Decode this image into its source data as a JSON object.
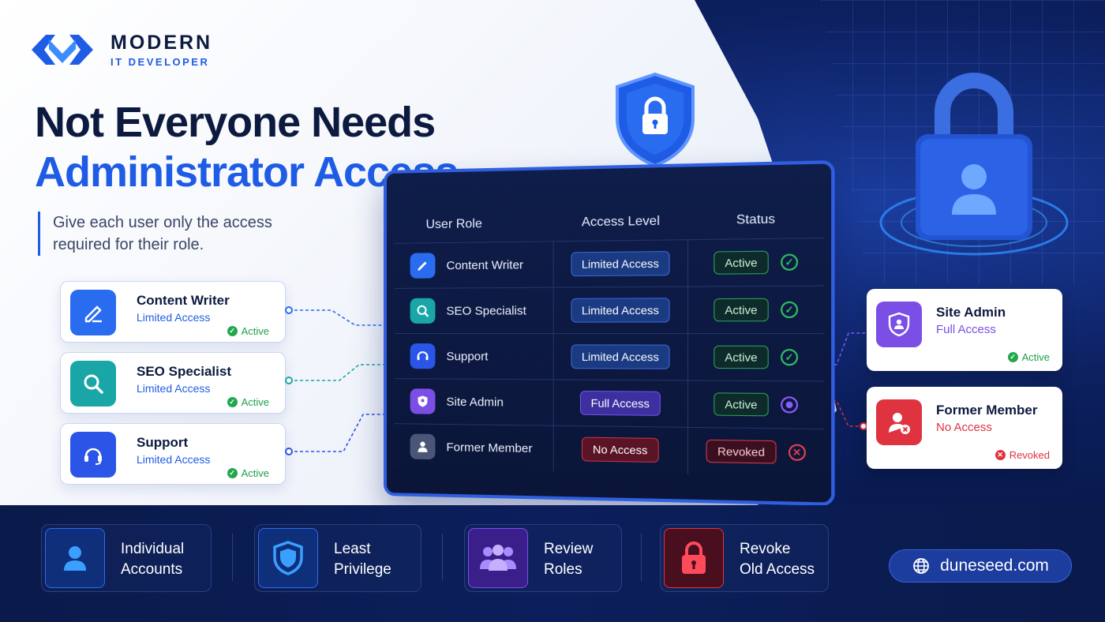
{
  "brand": {
    "line1": "MODERN",
    "line2": "IT DEVELOPER"
  },
  "headline": {
    "line1": "Not Everyone Needs",
    "line2": "Administrator Access"
  },
  "subtext": "Give each user only the access required for their role.",
  "user_cards": [
    {
      "name": "Content Writer",
      "level": "Limited Access",
      "status": "Active",
      "icon": "pencil-icon"
    },
    {
      "name": "SEO Specialist",
      "level": "Limited Access",
      "status": "Active",
      "icon": "search-icon"
    },
    {
      "name": "Support",
      "level": "Limited Access",
      "status": "Active",
      "icon": "headset-icon"
    }
  ],
  "table": {
    "headers": {
      "role": "User Role",
      "access": "Access Level",
      "status": "Status"
    },
    "rows": [
      {
        "role": "Content Writer",
        "access": "Limited Access",
        "status": "Active"
      },
      {
        "role": "SEO Specialist",
        "access": "Limited Access",
        "status": "Active"
      },
      {
        "role": "Support",
        "access": "Limited Access",
        "status": "Active"
      },
      {
        "role": "Site Admin",
        "access": "Full Access",
        "status": "Active"
      },
      {
        "role": "Former Member",
        "access": "No Access",
        "status": "Revoked"
      }
    ]
  },
  "right_cards": [
    {
      "name": "Site Admin",
      "level": "Full Access",
      "status": "Active",
      "icon": "shield-user-icon",
      "color": "#7b4ee6"
    },
    {
      "name": "Former Member",
      "level": "No Access",
      "status": "Revoked",
      "icon": "user-x-icon",
      "color": "#e03340"
    }
  ],
  "features": [
    {
      "line1": "Individual",
      "line2": "Accounts",
      "icon": "user-icon"
    },
    {
      "line1": "Least",
      "line2": "Privilege",
      "icon": "shield-icon"
    },
    {
      "line1": "Review",
      "line2": "Roles",
      "icon": "group-icon"
    },
    {
      "line1": "Revoke",
      "line2": "Old Access",
      "icon": "lock-icon"
    }
  ],
  "website": "duneseed.com",
  "colors": {
    "brand_blue": "#1f5ce6",
    "navy": "#0c1a3f",
    "success": "#21a84e",
    "danger": "#e03340",
    "purple": "#7b4ee6"
  }
}
